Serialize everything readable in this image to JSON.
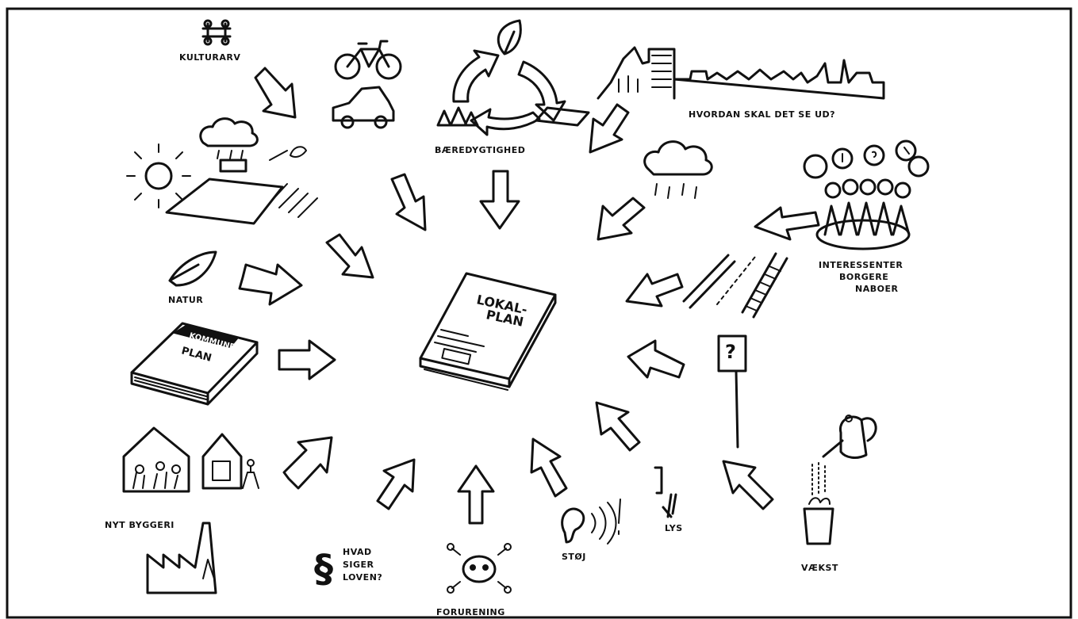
{
  "diagram": {
    "center_title_line1": "LOKAL-",
    "center_title_line2": "PLAN",
    "kommuneplan_title": "KOMMUNE-",
    "kommuneplan_title2": "PLAN",
    "labels": {
      "kulturarv": "KULTURARV",
      "byen": "HVORDAN SKAL DET SE UD?",
      "baeredygtighed": "BÆREDYGTIGHED",
      "interessenter_1": "INTERESSENTER",
      "interessenter_2": "BORGERE",
      "interessenter_3": "NABOER",
      "natur": "NATUR",
      "nyt_byggeri": "NYT BYGGERI",
      "hvad_siger_loven_1": "HVAD",
      "hvad_siger_loven_2": "SIGER",
      "hvad_siger_loven_3": "LOVEN?",
      "forurening": "FORURENING",
      "stoej": "STØJ",
      "lys": "LYS",
      "vaekst": "VÆKST"
    }
  }
}
